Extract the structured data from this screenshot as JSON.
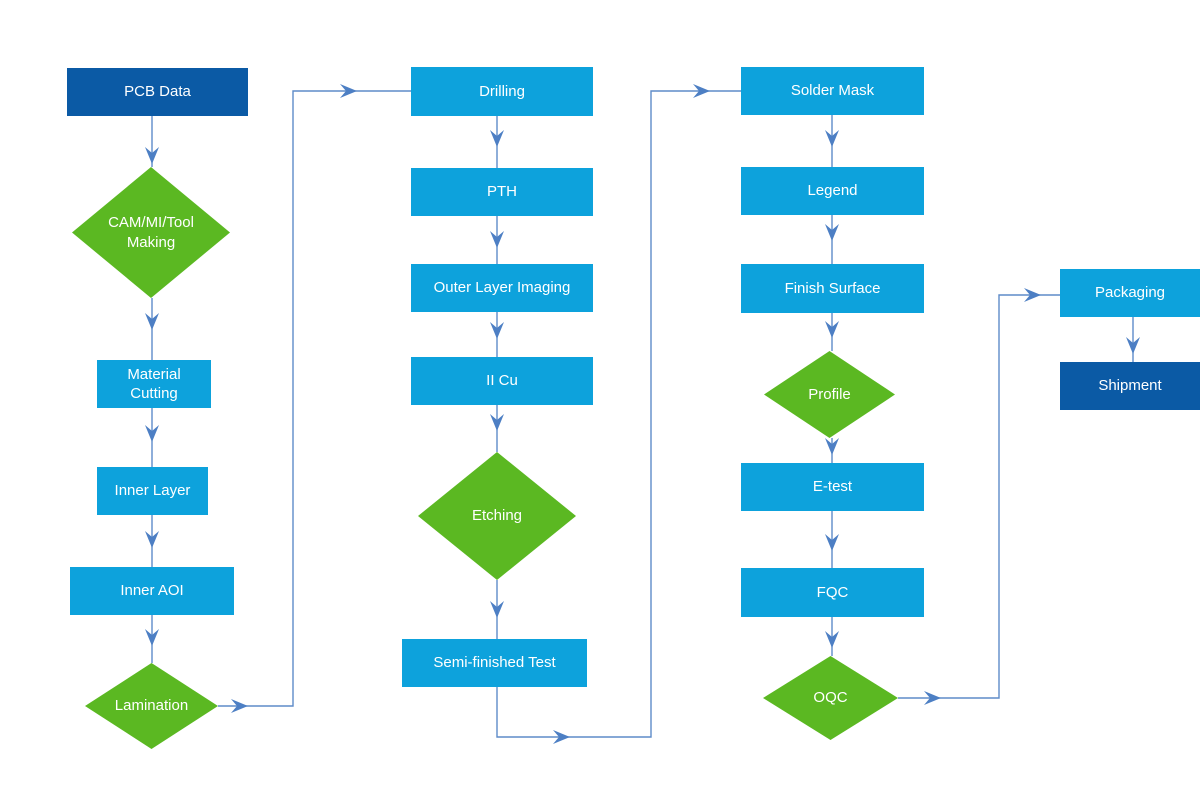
{
  "diagram": {
    "kind": "flowchart",
    "background": "#ffffff",
    "colors": {
      "dark_blue_node": "#0b5aa5",
      "light_blue_node": "#0da2dc",
      "green_diamond_node": "#5bb822",
      "connector_line": "#5e8cc9",
      "arrowhead": "#4d7fc4",
      "node_text": "#ffffff"
    },
    "nodes": [
      {
        "id": "pcb-data",
        "label": "PCB Data",
        "shape": "rectangle",
        "color_role": "dark_blue_node"
      },
      {
        "id": "cam-mi-tool-making",
        "label": "CAM/MI/Tool Making",
        "shape": "diamond",
        "color_role": "green_diamond_node"
      },
      {
        "id": "material-cutting",
        "label": "Material Cutting",
        "shape": "rectangle",
        "color_role": "light_blue_node"
      },
      {
        "id": "inner-layer",
        "label": "Inner Layer",
        "shape": "rectangle",
        "color_role": "light_blue_node"
      },
      {
        "id": "inner-aoi",
        "label": "Inner AOI",
        "shape": "rectangle",
        "color_role": "light_blue_node"
      },
      {
        "id": "lamination",
        "label": "Lamination",
        "shape": "diamond",
        "color_role": "green_diamond_node"
      },
      {
        "id": "drilling",
        "label": "Drilling",
        "shape": "rectangle",
        "color_role": "light_blue_node"
      },
      {
        "id": "pth",
        "label": "PTH",
        "shape": "rectangle",
        "color_role": "light_blue_node"
      },
      {
        "id": "outer-layer-imaging",
        "label": "Outer Layer Imaging",
        "shape": "rectangle",
        "color_role": "light_blue_node"
      },
      {
        "id": "ii-cu",
        "label": "II Cu",
        "shape": "rectangle",
        "color_role": "light_blue_node"
      },
      {
        "id": "etching",
        "label": "Etching",
        "shape": "diamond",
        "color_role": "green_diamond_node"
      },
      {
        "id": "semi-finished-test",
        "label": "Semi-finished Test",
        "shape": "rectangle",
        "color_role": "light_blue_node"
      },
      {
        "id": "solder-mask",
        "label": "Solder Mask",
        "shape": "rectangle",
        "color_role": "light_blue_node"
      },
      {
        "id": "legend",
        "label": "Legend",
        "shape": "rectangle",
        "color_role": "light_blue_node"
      },
      {
        "id": "finish-surface",
        "label": "Finish Surface",
        "shape": "rectangle",
        "color_role": "light_blue_node"
      },
      {
        "id": "profile",
        "label": "Profile",
        "shape": "diamond",
        "color_role": "green_diamond_node"
      },
      {
        "id": "e-test",
        "label": "E-test",
        "shape": "rectangle",
        "color_role": "light_blue_node"
      },
      {
        "id": "fqc",
        "label": "FQC",
        "shape": "rectangle",
        "color_role": "light_blue_node"
      },
      {
        "id": "oqc",
        "label": "OQC",
        "shape": "diamond",
        "color_role": "green_diamond_node"
      },
      {
        "id": "packaging",
        "label": "Packaging",
        "shape": "rectangle",
        "color_role": "light_blue_node"
      },
      {
        "id": "shipment",
        "label": "Shipment",
        "shape": "rectangle",
        "color_role": "dark_blue_node"
      }
    ],
    "edges": [
      {
        "from": "pcb-data",
        "to": "cam-mi-tool-making"
      },
      {
        "from": "cam-mi-tool-making",
        "to": "material-cutting"
      },
      {
        "from": "material-cutting",
        "to": "inner-layer"
      },
      {
        "from": "inner-layer",
        "to": "inner-aoi"
      },
      {
        "from": "inner-aoi",
        "to": "lamination"
      },
      {
        "from": "lamination",
        "to": "drilling"
      },
      {
        "from": "drilling",
        "to": "pth"
      },
      {
        "from": "pth",
        "to": "outer-layer-imaging"
      },
      {
        "from": "outer-layer-imaging",
        "to": "ii-cu"
      },
      {
        "from": "ii-cu",
        "to": "etching"
      },
      {
        "from": "etching",
        "to": "semi-finished-test"
      },
      {
        "from": "semi-finished-test",
        "to": "solder-mask"
      },
      {
        "from": "solder-mask",
        "to": "legend"
      },
      {
        "from": "legend",
        "to": "finish-surface"
      },
      {
        "from": "finish-surface",
        "to": "profile"
      },
      {
        "from": "profile",
        "to": "e-test"
      },
      {
        "from": "e-test",
        "to": "fqc"
      },
      {
        "from": "fqc",
        "to": "oqc"
      },
      {
        "from": "oqc",
        "to": "packaging"
      },
      {
        "from": "packaging",
        "to": "shipment"
      }
    ]
  }
}
